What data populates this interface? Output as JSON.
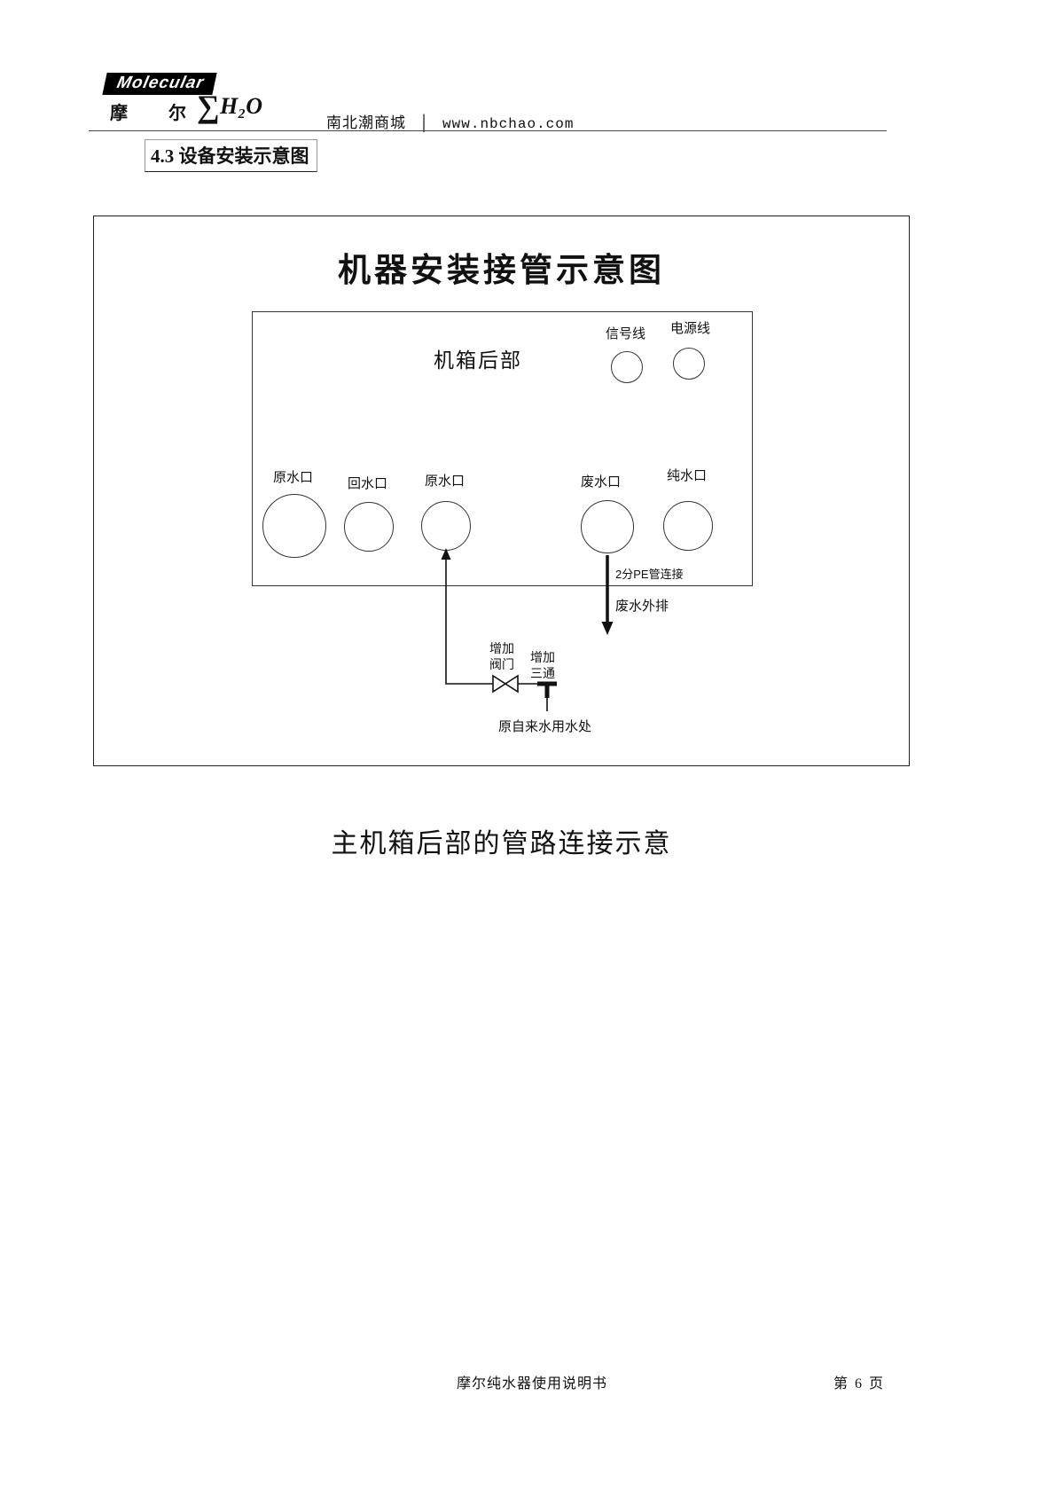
{
  "header": {
    "logo": {
      "molecular": "Molecular",
      "cn1": "摩",
      "cn2": "尔",
      "sigma": "∑",
      "h2o": "H₂O"
    },
    "site_name": "南北潮商城",
    "divider": "│",
    "url": "www.nbchao.com"
  },
  "section_heading": "4.3 设备安装示意图",
  "diagram": {
    "title": "机器安装接管示意图",
    "cabinet_label": "机箱后部",
    "top_ports": [
      {
        "label": "信号线"
      },
      {
        "label": "电源线"
      }
    ],
    "bottom_ports": [
      {
        "label": "原水口"
      },
      {
        "label": "回水口"
      },
      {
        "label": "原水口"
      },
      {
        "label": "废水口"
      },
      {
        "label": "纯水口"
      }
    ],
    "annotations": {
      "pe_pipe": "2分PE管连接",
      "waste_out": "废水外排",
      "add_valve": "增加\n阀门",
      "add_tee": "增加\n三通",
      "tap_water": "原自来水用水处"
    }
  },
  "caption": "主机箱后部的管路连接示意",
  "footer": {
    "doc_title": "摩尔纯水器使用说明书",
    "page_number": "第 6 页"
  }
}
